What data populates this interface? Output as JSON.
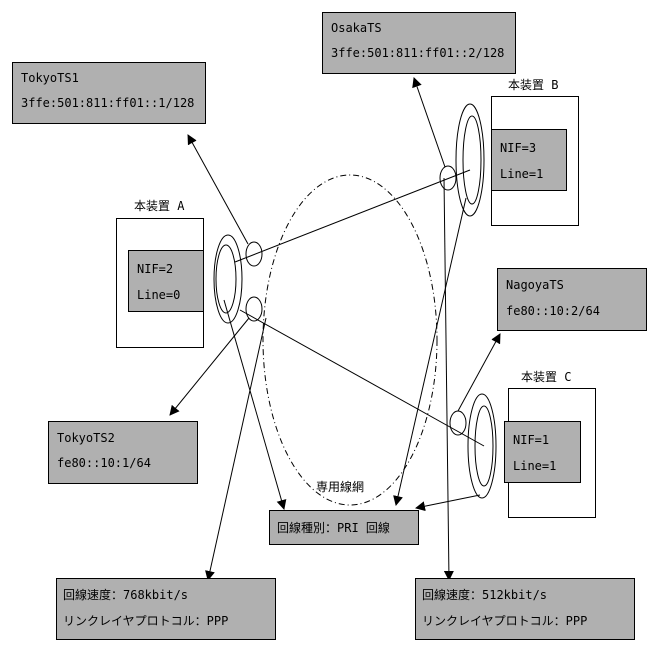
{
  "tokyo_ts1": {
    "name": "TokyoTS1",
    "address": "3ffe:501:811:ff01::1/128"
  },
  "osaka_ts": {
    "name": "OsakaTS",
    "address": "3ffe:501:811:ff01::2/128"
  },
  "nagoya_ts": {
    "name": "NagoyaTS",
    "address": "fe80::10:2/64"
  },
  "tokyo_ts2": {
    "name": "TokyoTS2",
    "address": "fe80::10:1/64"
  },
  "device_a": {
    "label": "本装置 A",
    "nif": "NIF=2",
    "line": "Line=0"
  },
  "device_b": {
    "label": "本装置 B",
    "nif": "NIF=3",
    "line": "Line=1"
  },
  "device_c": {
    "label": "本装置 C",
    "nif": "NIF=1",
    "line": "Line=1"
  },
  "network": {
    "label": "専用線網",
    "type": "回線種別：PRI 回線"
  },
  "line_a": {
    "speed": "回線速度：768kbit/s",
    "protocol": "リンクレイヤプロトコル：PPP"
  },
  "line_b": {
    "speed": "回線速度：512kbit/s",
    "protocol": "リンクレイヤプロトコル：PPP"
  }
}
